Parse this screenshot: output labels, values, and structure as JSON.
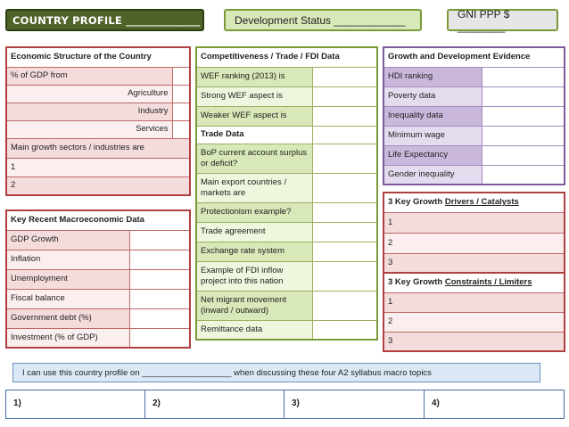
{
  "header": {
    "title": "COUNTRY PROFILE ______________",
    "development_status": "Development Status ____________",
    "gni": "GNI PPP $ ________"
  },
  "economic_structure": {
    "title": "Economic Structure of the Country",
    "rows": [
      "% of GDP from",
      "Agriculture",
      "Industry",
      "Services",
      "Main growth sectors / industries are",
      "1",
      "2"
    ]
  },
  "macro": {
    "title": "Key Recent Macroeconomic Data",
    "rows": [
      "GDP Growth",
      "Inflation",
      "Unemployment",
      "Fiscal balance",
      "Government debt (%)",
      "Investment (% of GDP)"
    ]
  },
  "competitiveness": {
    "title": "Competitiveness / Trade / FDI Data",
    "rows": [
      "WEF ranking (2013) is",
      "Strong WEF aspect is",
      "Weaker WEF aspect is",
      "Trade Data",
      "BoP current account surplus or deficit?",
      "Main export countries / markets are",
      "Protectionism example?",
      "Trade agreement",
      "Exchange rate system",
      "Example of FDI inflow project into this nation",
      "Net migrant movement (inward / outward)",
      "Remittance data"
    ]
  },
  "growth_dev": {
    "title": "Growth and Development Evidence",
    "rows": [
      "HDI ranking",
      "Poverty data",
      "Inequality data",
      "Minimum wage",
      "Life Expectancy",
      "Gender inequality"
    ]
  },
  "drivers": {
    "title_prefix": "3 Key Growth ",
    "title_underlined": "Drivers / Catalysts",
    "rows": [
      "1",
      "2",
      "3"
    ]
  },
  "constraints": {
    "title_prefix": "3 Key Growth ",
    "title_underlined": "Constraints / Limiters",
    "rows": [
      "1",
      "2",
      "3"
    ]
  },
  "banner": "I can use this country profile on ___________________ when discussing these four A2 syllabus macro topics",
  "topics": [
    "1)",
    "2)",
    "3)",
    "4)"
  ]
}
